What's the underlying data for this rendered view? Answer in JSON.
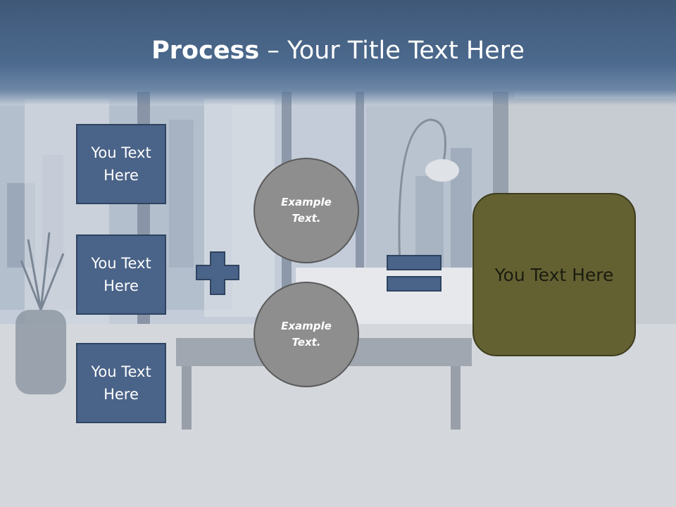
{
  "title": {
    "bold": "Process",
    "rest": " – Your Title Text Here"
  },
  "left_boxes": [
    {
      "line1": "You Text",
      "line2": "Here"
    },
    {
      "line1": "You Text",
      "line2": "Here"
    },
    {
      "line1": "You Text",
      "line2": "Here"
    }
  ],
  "circles": [
    {
      "line1": "Example",
      "line2": "Text."
    },
    {
      "line1": "Example",
      "line2": "Text."
    }
  ],
  "result_box": {
    "text": "You Text Here"
  },
  "colors": {
    "header": "#4c6a8e",
    "box": "#4a6388",
    "circle": "#8e8e8e",
    "result": "#636132"
  }
}
